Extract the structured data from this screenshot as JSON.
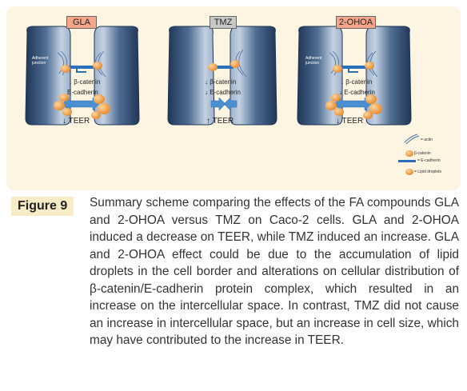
{
  "panels": [
    {
      "condition": "GLA",
      "tag_color": "#f4a58a",
      "junction_label": "Adherent junction",
      "beta_label": "↓ β-catenin",
      "ecad_label": "E-cadherin",
      "teer_label": "↓ TEER"
    },
    {
      "condition": "TMZ",
      "tag_color": "#c8c8c8",
      "junction_label": "",
      "beta_label": "↓ β-catenin",
      "ecad_label": "↓ E-cadherin",
      "teer_label": "↑ TEER"
    },
    {
      "condition": "2-OHOA",
      "tag_color": "#f4a58a",
      "junction_label": "Adherent junction",
      "beta_label": "↓ β-catenin",
      "ecad_label": "↓ E-cadherin",
      "teer_label": "↓ TEER"
    }
  ],
  "legend": {
    "actin": "= actin",
    "beta_catenin": "β-catenin",
    "e_cadherin": "= E-cadherin",
    "lipid": "= Lipid droplets"
  },
  "figure_label": "Figure 9",
  "caption": "Summary scheme comparing the effects of the FA compounds GLA and 2-OHOA versus TMZ on Caco-2 cells. GLA and 2-OHOA induced a decrease on TEER, while TMZ induced an increase. GLA and 2-OHOA effect could be due to the accumulation of lipid droplets in the cell border and alterations on cellular distribution of β-catenin/E-cadherin protein complex, which resulted in an increase on the intercellular space. In contrast, TMZ did not cause an increase in intercellular space, but an increase in cell size, which may have contributed to the increase in TEER.",
  "colors": {
    "cell_fill": "#2e4a70",
    "cell_highlight": "#b9c9dc",
    "lipid": "#f0a24a",
    "ecad_arrow": "#4a90d0",
    "background": "#fdf5e2"
  }
}
